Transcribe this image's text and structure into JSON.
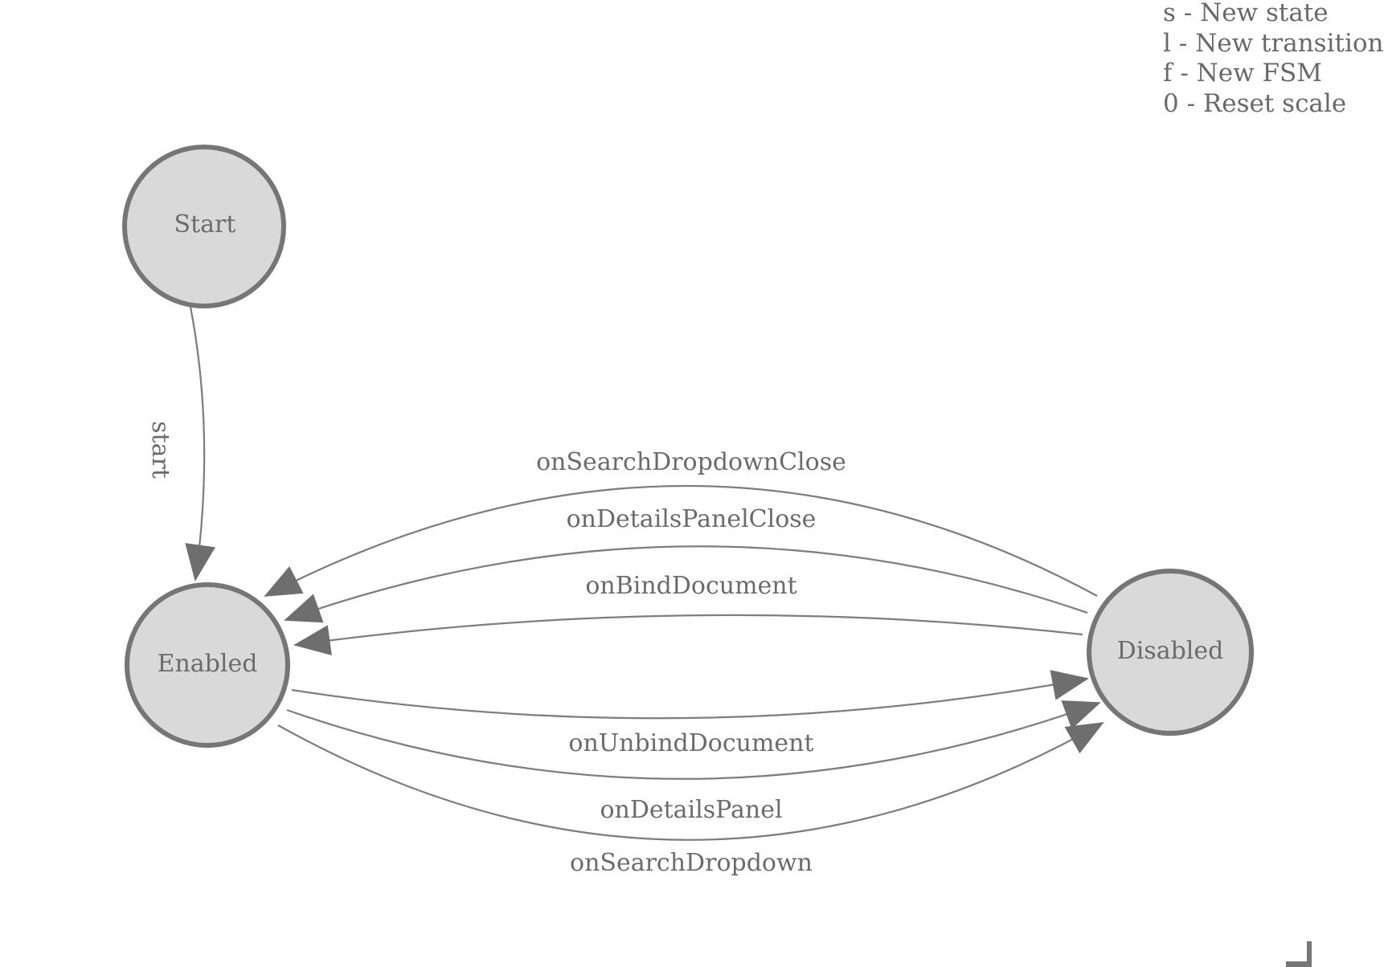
{
  "colors": {
    "background": "#ffffff",
    "node_fill": "#d9d9d9",
    "node_stroke": "#767676",
    "edge_stroke": "#7e7e7e",
    "arrow_fill": "#6e6e6e",
    "label_text": "#6b6b6b",
    "legend_text": "#696969"
  },
  "legend": {
    "lines": [
      "s - New state",
      "l - New transition",
      "f - New FSM",
      "0 - Reset scale"
    ]
  },
  "nodes": {
    "start": {
      "label": "Start"
    },
    "enabled": {
      "label": "Enabled"
    },
    "disabled": {
      "label": "Disabled"
    }
  },
  "edges": {
    "start": {
      "label": "start",
      "from": "Start",
      "to": "Enabled"
    },
    "disabled_to_enabled": [
      {
        "label": "onSearchDropdownClose"
      },
      {
        "label": "onDetailsPanelClose"
      },
      {
        "label": "onBindDocument"
      }
    ],
    "enabled_to_disabled": [
      {
        "label": "onUnbindDocument"
      },
      {
        "label": "onDetailsPanel"
      },
      {
        "label": "onSearchDropdown"
      }
    ]
  }
}
